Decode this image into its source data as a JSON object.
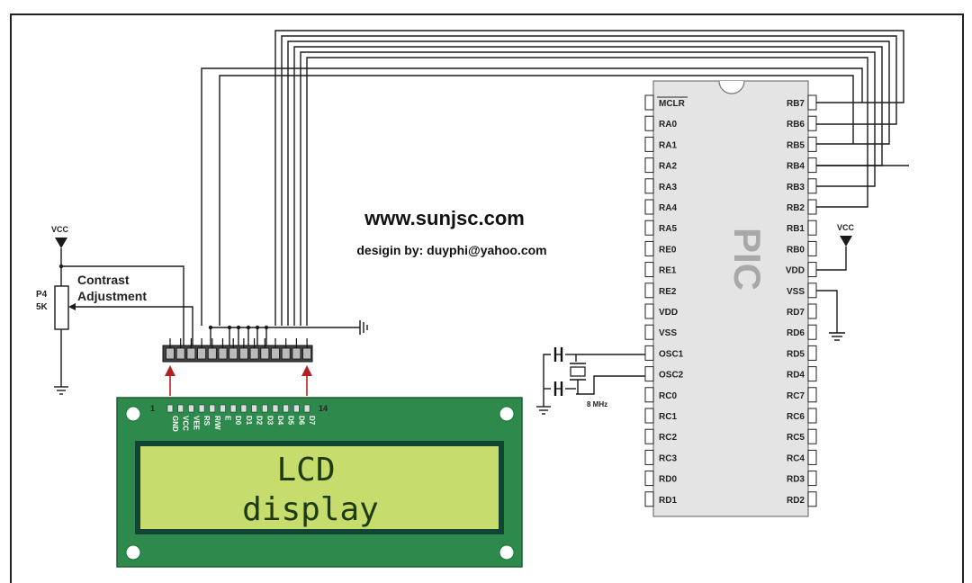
{
  "website": "www.sunjsc.com",
  "credit": "desigin by: duyphi@yahoo.com",
  "contrast_label_1": "Contrast",
  "contrast_label_2": "Adjustment",
  "pot_ref": "P4",
  "pot_value": "5K",
  "vcc_label": "VCC",
  "crystal_freq": "8 MHz",
  "pic_label": "PIC",
  "pic_left_pins": [
    "MCLR",
    "RA0",
    "RA1",
    "RA2",
    "RA3",
    "RA4",
    "RA5",
    "RE0",
    "RE1",
    "RE2",
    "VDD",
    "VSS",
    "OSC1",
    "OSC2",
    "RC0",
    "RC1",
    "RC2",
    "RC3",
    "RD0",
    "RD1"
  ],
  "pic_right_pins": [
    "RB7",
    "RB6",
    "RB5",
    "RB4",
    "RB3",
    "RB2",
    "RB1",
    "RB0",
    "VDD",
    "VSS",
    "RD7",
    "RD6",
    "RD5",
    "RD4",
    "RC7",
    "RC6",
    "RC5",
    "RC4",
    "RD3",
    "RD2"
  ],
  "lcd_pin_first": "1",
  "lcd_pin_last": "14",
  "lcd_pin_labels": [
    "GND",
    "VCC",
    "VEE",
    "RS",
    "R/W",
    "E",
    "D0",
    "D1",
    "D2",
    "D3",
    "D4",
    "D5",
    "D6",
    "D7"
  ],
  "lcd_line1": "LCD",
  "lcd_line2": "display",
  "colors": {
    "lcd_board": "#2e8a4c",
    "lcd_screen": "#c6dc6c",
    "lcd_text": "#1e3a10",
    "pic_body": "#e4e4e4",
    "arrow": "#b22222",
    "vcc": "#b22222"
  }
}
